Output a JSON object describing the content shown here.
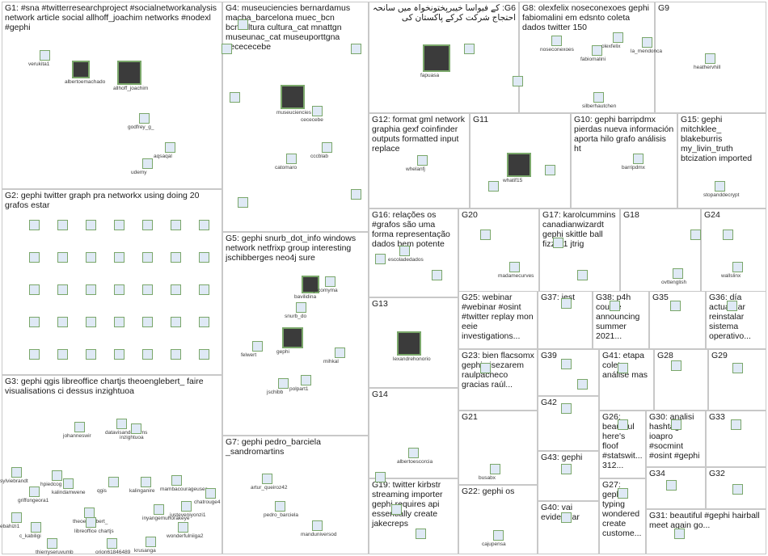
{
  "groups": [
    {
      "id": "G1",
      "label": "G1: #sna #twitterresearchproject #socialnetworkanalysis network article social allhoff_joachim networks #nodexl #gephi",
      "nodes": [
        "verukita1",
        "albertoemachado",
        "allhoff_joachim",
        "godfrey_g_",
        "aqsaqal",
        "udemy"
      ]
    },
    {
      "id": "G4",
      "label": "G4: museuciencies bernardamus macba_barcelona muec_bcn bcncultura cultura_cat mnattgn museunac_cat museuporttgna cecececebe",
      "nodes": [
        "museuciencies",
        "cececebe",
        "cccblab",
        "catomaro"
      ]
    },
    {
      "id": "G6",
      "label": "G6: کے فیواسا خیبرپختونخواہ میں سانحہ احتجاج شرکت کرکے پاکستان کی",
      "nodes": [
        "fapuasa"
      ]
    },
    {
      "id": "G8",
      "label": "G8: olexfelix noseconexoes gephi fabiomalini em edsnto coleta dados twitter 150",
      "nodes": [
        "noseconexoes",
        "fabiomalini",
        "olexfelix",
        "la_mendonca",
        "silberhautchen"
      ]
    },
    {
      "id": "G9",
      "label": "G9",
      "nodes": [
        "heathervhill"
      ]
    },
    {
      "id": "G2",
      "label": "G2: gephi twitter graph pra networkx using doing 20 grafos estar",
      "nodes": []
    },
    {
      "id": "G12",
      "label": "G12: format gml network graphia gexf coinfinder outputs formatted input replace",
      "nodes": [
        "whelanfj"
      ]
    },
    {
      "id": "G11",
      "label": "G11",
      "nodes": [
        "whatif15"
      ]
    },
    {
      "id": "G10",
      "label": "G10: gephi barripdmx pierdas nueva información aporta hilo grafo análisis ht",
      "nodes": [
        "barripdmx"
      ]
    },
    {
      "id": "G15",
      "label": "G15: gephi mitchklee_ blakeburris my_livin_truth btcization imported",
      "nodes": [
        "stopanddecrypt"
      ]
    },
    {
      "id": "G5",
      "label": "G5: gephi snurb_dot_info windows network netfrixp group interesting jschibberges neo4j sure",
      "nodes": [
        "bavilidina",
        "jacomyma",
        "snurb_do",
        "gephi",
        "mihkal",
        "felwert",
        "jschibb",
        "polpart1"
      ]
    },
    {
      "id": "G16",
      "label": "G16: relações os #grafos são uma forma representação dados bem potente",
      "nodes": [
        "escoladedados"
      ]
    },
    {
      "id": "G20",
      "label": "G20",
      "nodes": [
        "madamecurves"
      ]
    },
    {
      "id": "G17",
      "label": "G17: karolcummins canadianwizardt gephi skittle ball fizzily1 jtrig",
      "nodes": []
    },
    {
      "id": "G18",
      "label": "G18",
      "nodes": [
        "ovttenglish"
      ]
    },
    {
      "id": "G24",
      "label": "G24",
      "nodes": [
        "wallslinx"
      ]
    },
    {
      "id": "G13",
      "label": "G13",
      "nodes": [
        "lexandrehonorio"
      ]
    },
    {
      "id": "G25",
      "label": "G25: webinar #webinar #osint #twitter replay mon eeie investigations...",
      "nodes": []
    },
    {
      "id": "G37",
      "label": "G37: jest",
      "nodes": []
    },
    {
      "id": "G38",
      "label": "G38: p4h course announcing summer 2021...",
      "nodes": []
    },
    {
      "id": "G35",
      "label": "G35",
      "nodes": []
    },
    {
      "id": "G36",
      "label": "G36: día actualizar reinstalar sistema operativo...",
      "nodes": []
    },
    {
      "id": "G23",
      "label": "G23: bien flacsomx gephi gisezarem raulpacheco gracias raúl...",
      "nodes": []
    },
    {
      "id": "G39",
      "label": "G39",
      "nodes": []
    },
    {
      "id": "G41",
      "label": "G41: etapa coleta análise mas",
      "nodes": []
    },
    {
      "id": "G28",
      "label": "G28",
      "nodes": []
    },
    {
      "id": "G29",
      "label": "G29",
      "nodes": []
    },
    {
      "id": "G3",
      "label": "G3: gephi qgis libreoffice chartjs theoenglebert_ faire visualisations ci dessus inzightuoa",
      "nodes": [
        "johanneswir",
        "datavisandcomms",
        "inzightuoa",
        "sylviebrandt",
        "hpiedcog",
        "kalindamwene",
        "griffongeora1",
        "qgis",
        "kalinganire",
        "mambacourageuses",
        "chatrouge4",
        "ebahizi1",
        "c_kabiligi",
        "theoenglebert_",
        "libreoffice chartjs",
        "inyangemuhorakeye",
        "justeveniyonzi1",
        "wonderfulniiga2",
        "thierryseruvumb",
        "orion61846489",
        "krusanga"
      ]
    },
    {
      "id": "G14",
      "label": "G14",
      "nodes": [
        "albertoescorcia"
      ]
    },
    {
      "id": "G42",
      "label": "G42",
      "nodes": []
    },
    {
      "id": "G26",
      "label": "G26: beautiful here's floof #statswit... 312...",
      "nodes": []
    },
    {
      "id": "G30",
      "label": "G30: analisi hashtag ioapro #socmint #osint #gephi",
      "nodes": []
    },
    {
      "id": "G33",
      "label": "G33",
      "nodes": []
    },
    {
      "id": "G21",
      "label": "G21",
      "nodes": [
        "busabx"
      ]
    },
    {
      "id": "G43",
      "label": "G43: gephi",
      "nodes": []
    },
    {
      "id": "G7",
      "label": "G7: gephi pedro_barciela _sandromartins",
      "nodes": [
        "artur_queiroz42",
        "pedro_barciela",
        "manduniversod"
      ]
    },
    {
      "id": "G27",
      "label": "G27: gephi typing wondered create custome...",
      "nodes": []
    },
    {
      "id": "G34",
      "label": "G34",
      "nodes": []
    },
    {
      "id": "G32",
      "label": "G32",
      "nodes": []
    },
    {
      "id": "G19",
      "label": "G19: twitter kirbstr streaming importer gephi requires api essentially create jakecreps",
      "nodes": []
    },
    {
      "id": "G22",
      "label": "G22: gephi os",
      "nodes": [
        "cajupensa"
      ]
    },
    {
      "id": "G40",
      "label": "G40: vai evidenciar",
      "nodes": []
    },
    {
      "id": "G31",
      "label": "G31: beautiful #gephi hairball meet again go...",
      "nodes": []
    }
  ],
  "colors": {
    "border": "#c8c8c8",
    "edge": "#a9a9a9",
    "edge_strong": "#c06060",
    "node_border": "#7aa76a",
    "label": "#3a3a3a"
  }
}
